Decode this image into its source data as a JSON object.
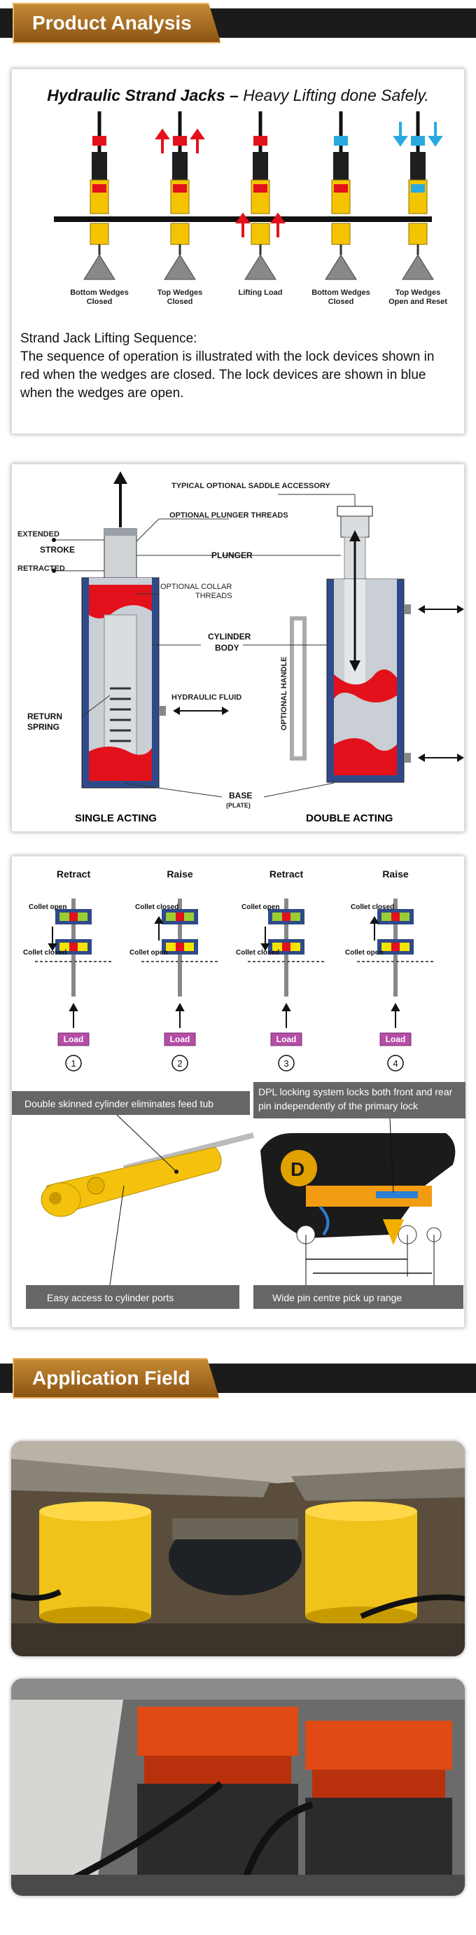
{
  "section1": {
    "title": "Product Analysis"
  },
  "card1": {
    "title_bold": "Hydraulic Strand Jacks –",
    "title_italic": " Heavy Lifting done Safely.",
    "stages": [
      "Bottom Wedges\nClosed",
      "Top Wedges\nClosed",
      "Lifting Load",
      "Bottom Wedges\nClosed",
      "Top Wedges\nOpen and Reset"
    ],
    "caption_heading": "Strand Jack Lifting Sequence:",
    "caption_body": "The sequence of operation is illustrated with  the lock devices shown in red when the wedges are closed.   The lock devices are shown in blue when the wedges are open."
  },
  "card2": {
    "labels": {
      "saddle": "TYPICAL OPTIONAL SADDLE ACCESSORY",
      "plunger_threads": "OPTIONAL  PLUNGER THREADS",
      "extended": "EXTENDED",
      "stroke": "STROKE",
      "retracted": "RETRACTED",
      "plunger": "PLUNGER",
      "collar1": "OPTIONAL  COLLAR",
      "collar2": "THREADS",
      "cyl1": "CYLINDER",
      "cyl2": "BODY",
      "handle": "OPTIONAL HANDLE",
      "return1": "RETURN",
      "return2": "SPRING",
      "fluid": "HYDRAULIC FLUID",
      "base": "BASE",
      "plate": "(PLATE)",
      "single": "SINGLE ACTING",
      "double": "DOUBLE ACTING"
    }
  },
  "card3": {
    "columns": [
      {
        "head": "Retract",
        "num": "1",
        "load": "Load",
        "c1": "Collet open",
        "c2": "Collet closed"
      },
      {
        "head": "Raise",
        "num": "2",
        "load": "Load",
        "c1": "Collet closed",
        "c2": "Collet open"
      },
      {
        "head": "Retract",
        "num": "3",
        "load": "Load",
        "c1": "Collet open",
        "c2": "Collet closed"
      },
      {
        "head": "Raise",
        "num": "4",
        "load": "Load",
        "c1": "Collet closed",
        "c2": "Collet open"
      }
    ],
    "callout_left": "Double skinned cylinder eliminates feed tub",
    "callout_right": "DPL locking system locks both front and rear pin independently of the primary lock",
    "callout_bottom_left": "Easy access to cylinder ports",
    "callout_bottom_right": "Wide pin centre pick up range",
    "logo_letter": "D"
  },
  "section2": {
    "title": "Application Field"
  }
}
